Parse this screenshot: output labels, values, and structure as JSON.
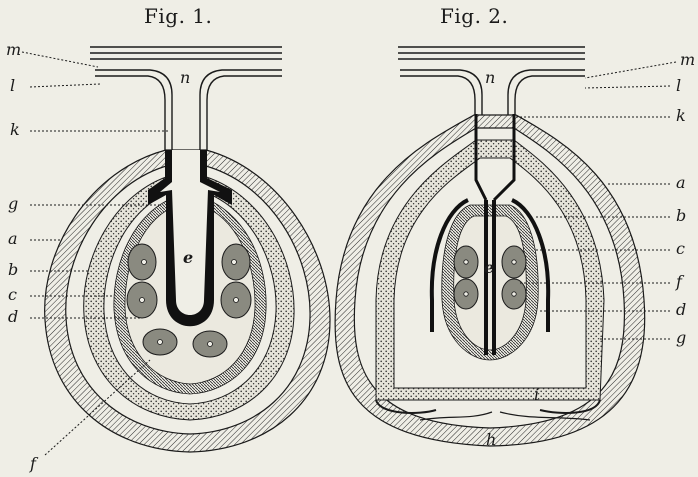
{
  "figures": [
    {
      "title": "Fig. 1."
    },
    {
      "title": "Fig. 2."
    }
  ],
  "fig1_labels": {
    "m": "m",
    "l": "l",
    "n": "n",
    "k": "k",
    "g": "g",
    "a": "a",
    "b": "b",
    "c": "c",
    "d": "d",
    "e": "e",
    "f": "f"
  },
  "fig2_labels": {
    "m": "m",
    "l": "l",
    "n": "n",
    "k": "k",
    "a": "a",
    "b": "b",
    "c": "c",
    "f": "f",
    "d": "d",
    "g": "g",
    "e": "e",
    "i": "i",
    "h": "h"
  },
  "colors": {
    "paper": "#efeee6",
    "ink": "#1a1a1a",
    "cell": "#8a8a80"
  }
}
